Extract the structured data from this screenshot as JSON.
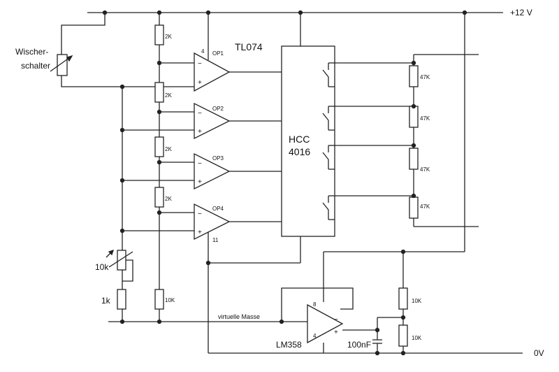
{
  "supply": {
    "positive": "+12 V",
    "ground": "0V"
  },
  "switch": {
    "line1": "Wischer-",
    "line2": "schalter"
  },
  "quad_opamp": {
    "part": "TL074",
    "pin_supply": "4",
    "pin_ground": "11",
    "stages": [
      "OP1",
      "OP2",
      "OP3",
      "OP4"
    ]
  },
  "analog_switch": {
    "line1": "HCC",
    "line2": "4016"
  },
  "divider_resistors": [
    "2K",
    "2K",
    "2K",
    "2K"
  ],
  "output_resistors": [
    "47K",
    "47K",
    "47K",
    "47K"
  ],
  "trimmer": "10k",
  "fixed_resistor": "1k",
  "bottom_resistor": "10K",
  "virtual_ground": {
    "label": "virtuelle Masse",
    "opamp": "LM358",
    "pin_supply": "8",
    "pin_ground": "4",
    "capacitor": "100nF",
    "divider": [
      "10K",
      "10K"
    ]
  },
  "signs": {
    "minus": "−",
    "plus": "+"
  }
}
